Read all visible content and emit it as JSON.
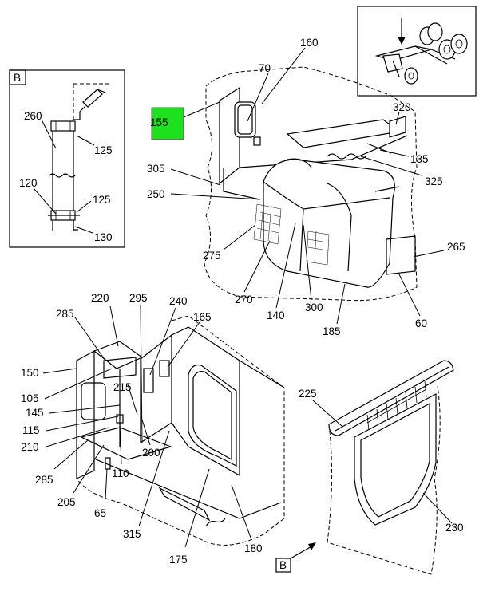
{
  "colors": {
    "highlight": "#1ee01e",
    "line": "#000000",
    "background": "#ffffff"
  },
  "view_markers": {
    "inset_letter": "B",
    "pointer_letter": "B"
  },
  "highlighted_part": "155",
  "callouts": {
    "c60": "60",
    "c65": "65",
    "c70": "70",
    "c105": "105",
    "c110": "110",
    "c115": "115",
    "c120": "120",
    "c125a": "125",
    "c125b": "125",
    "c130": "130",
    "c135": "135",
    "c140": "140",
    "c145": "145",
    "c150": "150",
    "c155": "155",
    "c160": "160",
    "c165": "165",
    "c175": "175",
    "c180": "180",
    "c185": "185",
    "c200": "200",
    "c205": "205",
    "c210": "210",
    "c215": "215",
    "c220": "220",
    "c225": "225",
    "c230": "230",
    "c240": "240",
    "c250": "250",
    "c260": "260",
    "c265": "265",
    "c270": "270",
    "c275": "275",
    "c285a": "285",
    "c285b": "285",
    "c295": "295",
    "c300": "300",
    "c305": "305",
    "c315": "315",
    "c320": "320",
    "c325": "325"
  }
}
